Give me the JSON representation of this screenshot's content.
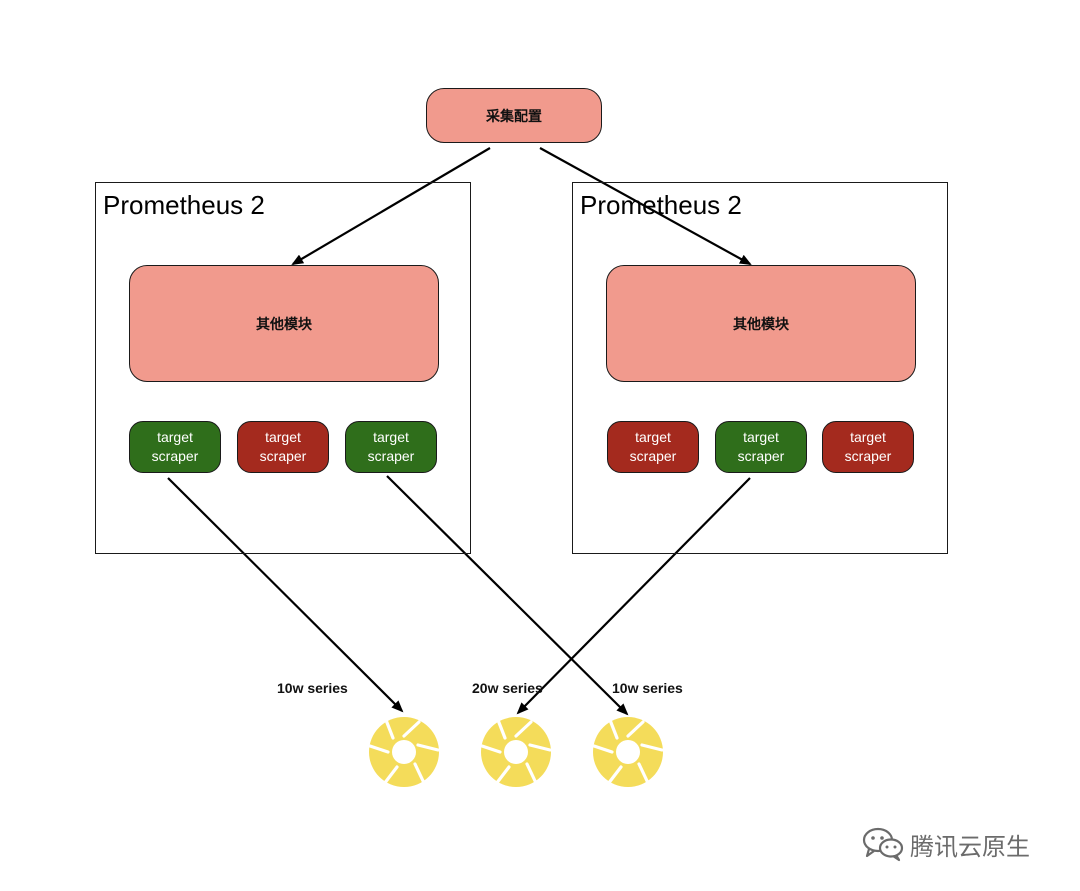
{
  "config": {
    "label": "采集配置"
  },
  "prometheus": [
    {
      "title": "Prometheus 2",
      "module": "其他模块",
      "scrapers": [
        {
          "line1": "target",
          "line2": "scraper",
          "status": "active"
        },
        {
          "line1": "target",
          "line2": "scraper",
          "status": "inactive"
        },
        {
          "line1": "target",
          "line2": "scraper",
          "status": "active"
        }
      ]
    },
    {
      "title": "Prometheus 2",
      "module": "其他模块",
      "scrapers": [
        {
          "line1": "target",
          "line2": "scraper",
          "status": "inactive"
        },
        {
          "line1": "target",
          "line2": "scraper",
          "status": "active"
        },
        {
          "line1": "target",
          "line2": "scraper",
          "status": "inactive"
        }
      ]
    }
  ],
  "targets": [
    {
      "series_label": "10w series",
      "icon": "aperture-icon"
    },
    {
      "series_label": "20w series",
      "icon": "aperture-icon"
    },
    {
      "series_label": "10w series",
      "icon": "aperture-icon"
    }
  ],
  "watermark": {
    "text": "腾讯云原生",
    "icon": "wechat-icon"
  },
  "colors": {
    "module_fill": "#f19a8d",
    "active_scraper": "#2f6e1b",
    "inactive_scraper": "#a42a1e",
    "target_fill": "#f4dc5a"
  }
}
